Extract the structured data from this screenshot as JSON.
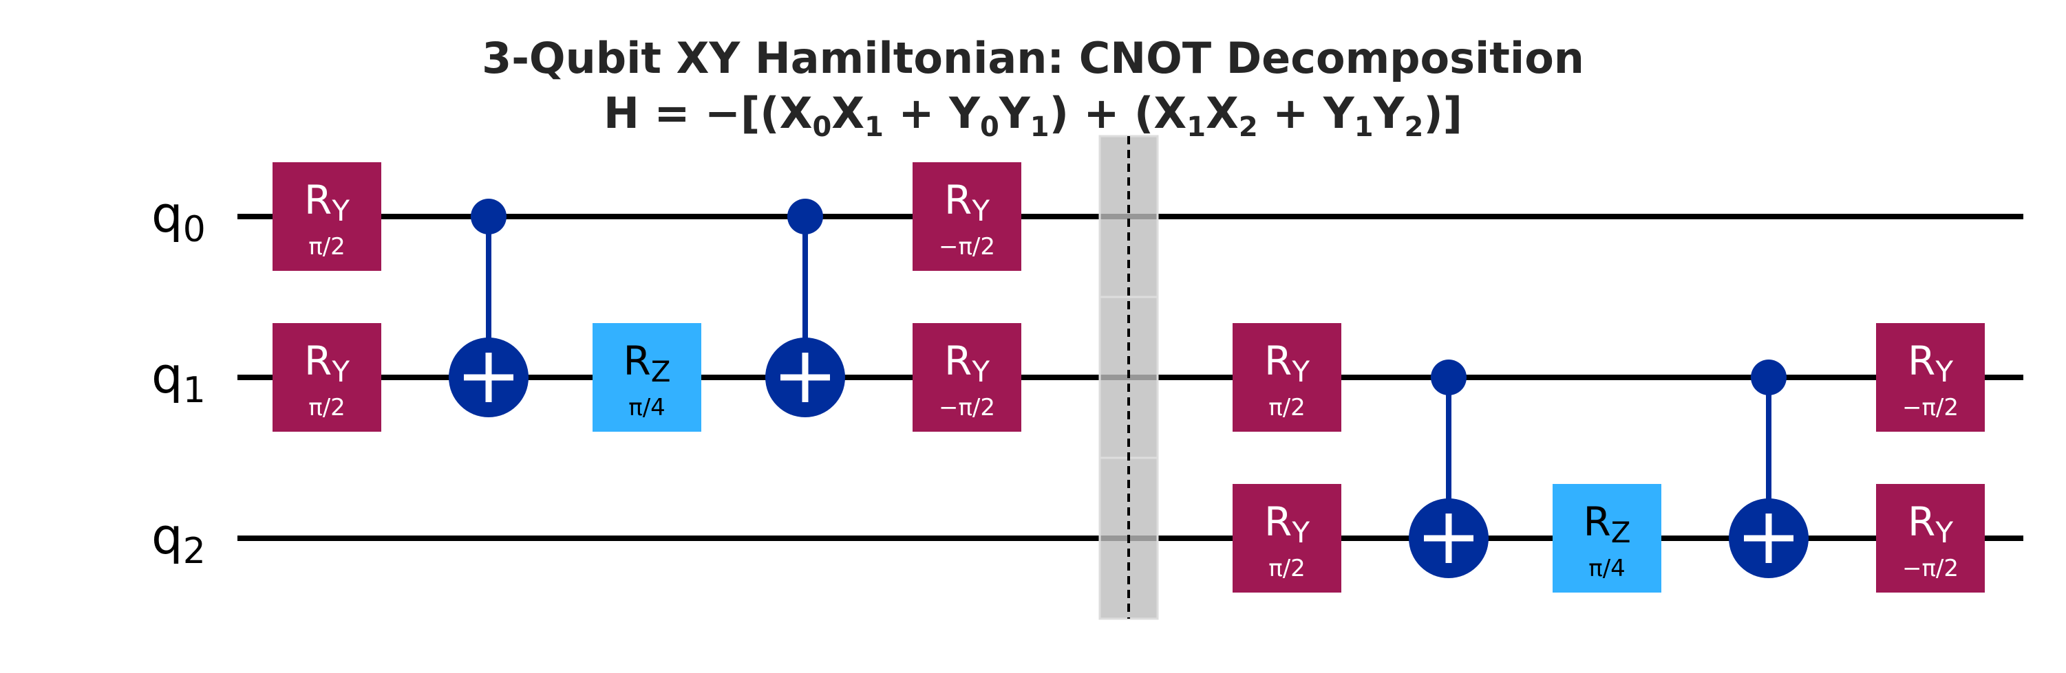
{
  "title": {
    "line1": "3-Qubit XY Hamiltonian: CNOT Decomposition",
    "line2_parts": [
      {
        "t": "H",
        "sub": false
      },
      {
        "t": " = −[(",
        "sub": false
      },
      {
        "t": "X",
        "sub": false
      },
      {
        "t": "0",
        "sub": true
      },
      {
        "t": "X",
        "sub": false
      },
      {
        "t": "1",
        "sub": true
      },
      {
        "t": " + ",
        "sub": false
      },
      {
        "t": "Y",
        "sub": false
      },
      {
        "t": "0",
        "sub": true
      },
      {
        "t": "Y",
        "sub": false
      },
      {
        "t": "1",
        "sub": true
      },
      {
        "t": ") + (",
        "sub": false
      },
      {
        "t": "X",
        "sub": false
      },
      {
        "t": "1",
        "sub": true
      },
      {
        "t": "X",
        "sub": false
      },
      {
        "t": "2",
        "sub": true
      },
      {
        "t": " + ",
        "sub": false
      },
      {
        "t": "Y",
        "sub": false
      },
      {
        "t": "1",
        "sub": true
      },
      {
        "t": "Y",
        "sub": false
      },
      {
        "t": "2",
        "sub": true
      },
      {
        "t": ")]",
        "sub": false
      }
    ]
  },
  "qubits": [
    {
      "name": "q",
      "index": "0"
    },
    {
      "name": "q",
      "index": "1"
    },
    {
      "name": "q",
      "index": "2"
    }
  ],
  "colors": {
    "ry": "#9f1853",
    "rz": "#33b1ff",
    "cnot": "#002d9c",
    "wire": "#000000",
    "barrier": "#bdbdbd",
    "ry_text": "#ffffff",
    "rz_text": "#000000"
  },
  "operations": [
    {
      "type": "gate",
      "gate": "RY",
      "base": "R",
      "sub": "Y",
      "param": "π/2",
      "qubit": 0,
      "column": 0
    },
    {
      "type": "gate",
      "gate": "RY",
      "base": "R",
      "sub": "Y",
      "param": "π/2",
      "qubit": 1,
      "column": 0
    },
    {
      "type": "cnot",
      "control": 0,
      "target": 1,
      "column": 1
    },
    {
      "type": "gate",
      "gate": "RZ",
      "base": "R",
      "sub": "Z",
      "param": "π/4",
      "qubit": 1,
      "column": 2
    },
    {
      "type": "cnot",
      "control": 0,
      "target": 1,
      "column": 3
    },
    {
      "type": "gate",
      "gate": "RY",
      "base": "R",
      "sub": "Y",
      "param": "−π/2",
      "qubit": 0,
      "column": 4
    },
    {
      "type": "gate",
      "gate": "RY",
      "base": "R",
      "sub": "Y",
      "param": "−π/2",
      "qubit": 1,
      "column": 4
    },
    {
      "type": "barrier",
      "qubits": [
        0,
        1,
        2
      ],
      "column": 5
    },
    {
      "type": "gate",
      "gate": "RY",
      "base": "R",
      "sub": "Y",
      "param": "π/2",
      "qubit": 1,
      "column": 6
    },
    {
      "type": "gate",
      "gate": "RY",
      "base": "R",
      "sub": "Y",
      "param": "π/2",
      "qubit": 2,
      "column": 6
    },
    {
      "type": "cnot",
      "control": 1,
      "target": 2,
      "column": 7
    },
    {
      "type": "gate",
      "gate": "RZ",
      "base": "R",
      "sub": "Z",
      "param": "π/4",
      "qubit": 2,
      "column": 8
    },
    {
      "type": "cnot",
      "control": 1,
      "target": 2,
      "column": 9
    },
    {
      "type": "gate",
      "gate": "RY",
      "base": "R",
      "sub": "Y",
      "param": "−π/2",
      "qubit": 1,
      "column": 10
    },
    {
      "type": "gate",
      "gate": "RY",
      "base": "R",
      "sub": "Y",
      "param": "−π/2",
      "qubit": 2,
      "column": 10
    }
  ]
}
